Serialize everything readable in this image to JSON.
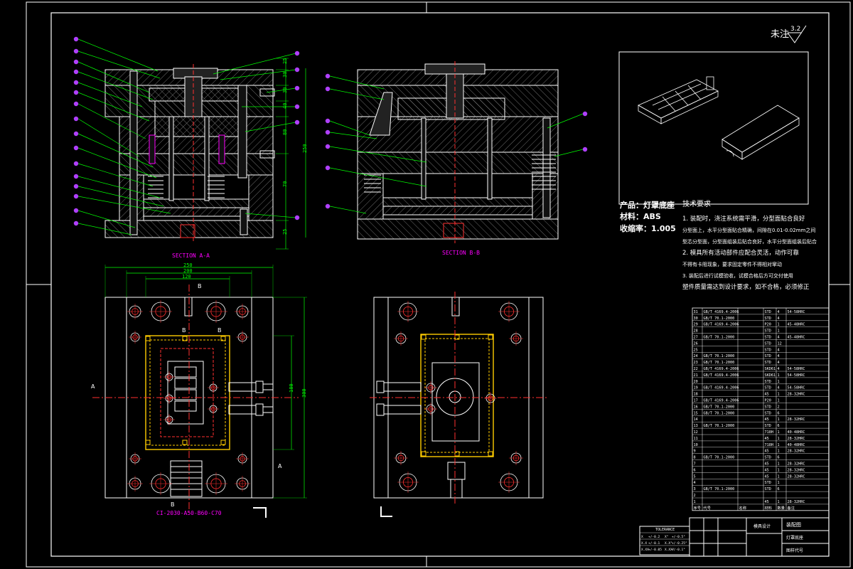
{
  "colors": {
    "background": "#000000",
    "frame": "#ffffff",
    "outline": "#ffffff",
    "hatch": "#9a9a9a",
    "dimension": "#00ff00",
    "leader": "#00ff00",
    "balloon": "#b040ff",
    "center_line": "#ff3030",
    "cooling": "#ffcc00",
    "section_label": "#ff00ff",
    "plate_fill": "#1a1a1a"
  },
  "stamp": {
    "text": "未注",
    "roughness": "3.2"
  },
  "views": {
    "section_aa": {
      "label": "SECTION A-A"
    },
    "section_bb": {
      "label": "SECTION B-B"
    },
    "plan_left": {
      "label": "CI-2030-A50-B60-C70",
      "marker_a": "A",
      "marker_b": "B"
    },
    "plan_right": {
      "marker_l": "L"
    }
  },
  "dimensions": {
    "aa_right": [
      "25",
      "30",
      "30",
      "40",
      "80",
      "70",
      "25"
    ],
    "aa_total": "250",
    "plan_top": [
      "250",
      "200",
      "120"
    ],
    "plan_right": [
      "180",
      "300"
    ]
  },
  "product": {
    "name_label": "产品：灯罩底座",
    "material_label": "材料：ABS",
    "shrink_label": "收缩率：1.005"
  },
  "tech": {
    "title": "技术要求",
    "lines": [
      "1. 装配时，浇注系统需平滑，分型面贴合良好",
      "分型面上，水平分型面贴合精确，间隙在0.01-0.02mm之间",
      "型芯分型面，分型面组装后贴合良好，水平分型面组装后贴合",
      "2. 模具所有活动部件应配合灵活，动作可靠",
      "不得有卡阻现象，要求固定零件不得相对窜动",
      "3. 装配后进行试模验收，试模合格后方可交付使用",
      "塑件质量需达到设计要求，如不合格，必须修正"
    ]
  },
  "bom": {
    "rows": [
      [
        "31",
        "GB/T 4169.4-2006",
        "",
        "STD",
        "4",
        "54-58HRC"
      ],
      [
        "30",
        "GB/T 70.1-2000",
        "",
        "STD",
        "4",
        ""
      ],
      [
        "29",
        "GB/T 4169.4-2006",
        "",
        "P20",
        "1",
        "45-48HRC"
      ],
      [
        "28",
        "",
        "",
        "STD",
        "1",
        ""
      ],
      [
        "27",
        "GB/T 70.1-2000",
        "",
        "STD",
        "4",
        "45-48HRC"
      ],
      [
        "26",
        "",
        "",
        "STD",
        "12",
        ""
      ],
      [
        "25",
        "",
        "",
        "STD",
        "4",
        ""
      ],
      [
        "24",
        "GB/T 70.1-2000",
        "",
        "STD",
        "4",
        ""
      ],
      [
        "23",
        "GB/T 70.1-2000",
        "",
        "STD",
        "4",
        ""
      ],
      [
        "22",
        "GB/T 4169.4-2006",
        "",
        "SKD61",
        "4",
        "54-58HRC"
      ],
      [
        "21",
        "GB/T 4169.4-2006",
        "",
        "SKD61",
        "1",
        "54-58HRC"
      ],
      [
        "20",
        "",
        "",
        "STD",
        "1",
        ""
      ],
      [
        "19",
        "GB/T 4169.4-2006",
        "",
        "STD",
        "4",
        "54-58HRC"
      ],
      [
        "18",
        "",
        "",
        "45",
        "1",
        "28-32HRC"
      ],
      [
        "17",
        "GB/T 4169.4-2006",
        "",
        "P20",
        "1",
        ""
      ],
      [
        "16",
        "GB/T 70.1-2000",
        "",
        "STD",
        "2",
        ""
      ],
      [
        "15",
        "GB/T 70.1-2000",
        "",
        "STD",
        "6",
        ""
      ],
      [
        "14",
        "",
        "",
        "45",
        "1",
        "28-32HRC"
      ],
      [
        "13",
        "GB/T 70.1-2000",
        "",
        "STD",
        "6",
        ""
      ],
      [
        "12",
        "",
        "",
        "718H",
        "1",
        "40-48HRC"
      ],
      [
        "11",
        "",
        "",
        "45",
        "1",
        "28-32HRC"
      ],
      [
        "10",
        "",
        "",
        "718H",
        "1",
        "40-48HRC"
      ],
      [
        "9",
        "",
        "",
        "45",
        "1",
        "28-32HRC"
      ],
      [
        "8",
        "GB/T 70.1-2000",
        "",
        "STD",
        "6",
        ""
      ],
      [
        "7",
        "",
        "",
        "45",
        "1",
        "28-32HRC"
      ],
      [
        "6",
        "",
        "",
        "45",
        "1",
        "28-32HRC"
      ],
      [
        "5",
        "",
        "",
        "45",
        "1",
        "28-32HRC"
      ],
      [
        "4",
        "",
        "",
        "STD",
        "1",
        ""
      ],
      [
        "3",
        "GB/T 70.1-2000",
        "",
        "STD",
        "6",
        ""
      ],
      [
        "2",
        "",
        "",
        "",
        "",
        ""
      ],
      [
        "1",
        "",
        "",
        "45",
        "1",
        "28-32HRC"
      ]
    ],
    "header": [
      "序号",
      "代号",
      "名称",
      "材料",
      "数量",
      "备注"
    ]
  },
  "title_block": {
    "tolerance_title": "TOLERANCE",
    "tolerances": [
      [
        "X",
        "+/-0.2",
        "X°",
        "+/-0.5°"
      ],
      [
        "X.X",
        "+/-0.1",
        "X.X°",
        "+/-0.25°"
      ],
      [
        "X.XX",
        "+/-0.05",
        "X.XX°",
        "+/-0.1°"
      ]
    ],
    "drawing_name": "装配图",
    "school": "模具设计",
    "cell_a": "灯罩底座",
    "cell_b": "图样代号"
  }
}
